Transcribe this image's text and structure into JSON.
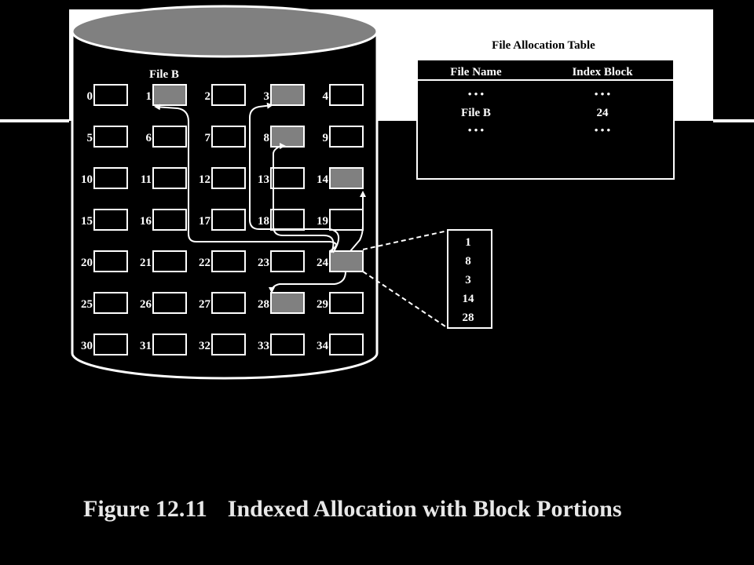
{
  "file_label": "File B",
  "blocks": [
    "0",
    "1",
    "2",
    "3",
    "4",
    "5",
    "6",
    "7",
    "8",
    "9",
    "10",
    "11",
    "12",
    "13",
    "14",
    "15",
    "16",
    "17",
    "18",
    "19",
    "20",
    "21",
    "22",
    "23",
    "24",
    "25",
    "26",
    "27",
    "28",
    "29",
    "30",
    "31",
    "32",
    "33",
    "34"
  ],
  "highlighted_blocks": [
    1,
    3,
    8,
    14,
    24,
    28
  ],
  "index_block": 24,
  "index_entries": [
    "1",
    "8",
    "3",
    "14",
    "28"
  ],
  "fat": {
    "title": "File Allocation Table",
    "headers": [
      "File Name",
      "Index Block"
    ],
    "rows": [
      [
        "• • •",
        "• • •"
      ],
      [
        "File B",
        "24"
      ],
      [
        "• • •",
        "• • •"
      ]
    ]
  },
  "caption": {
    "number": "Figure 12.11",
    "title": "Indexed Allocation with Block Portions"
  },
  "colors": {
    "background": "#000000",
    "panel": "#ffffff",
    "block_fill": "#000000",
    "block_highlight": "#808080",
    "lines": "#ffffff",
    "disk_top": "#808080"
  }
}
